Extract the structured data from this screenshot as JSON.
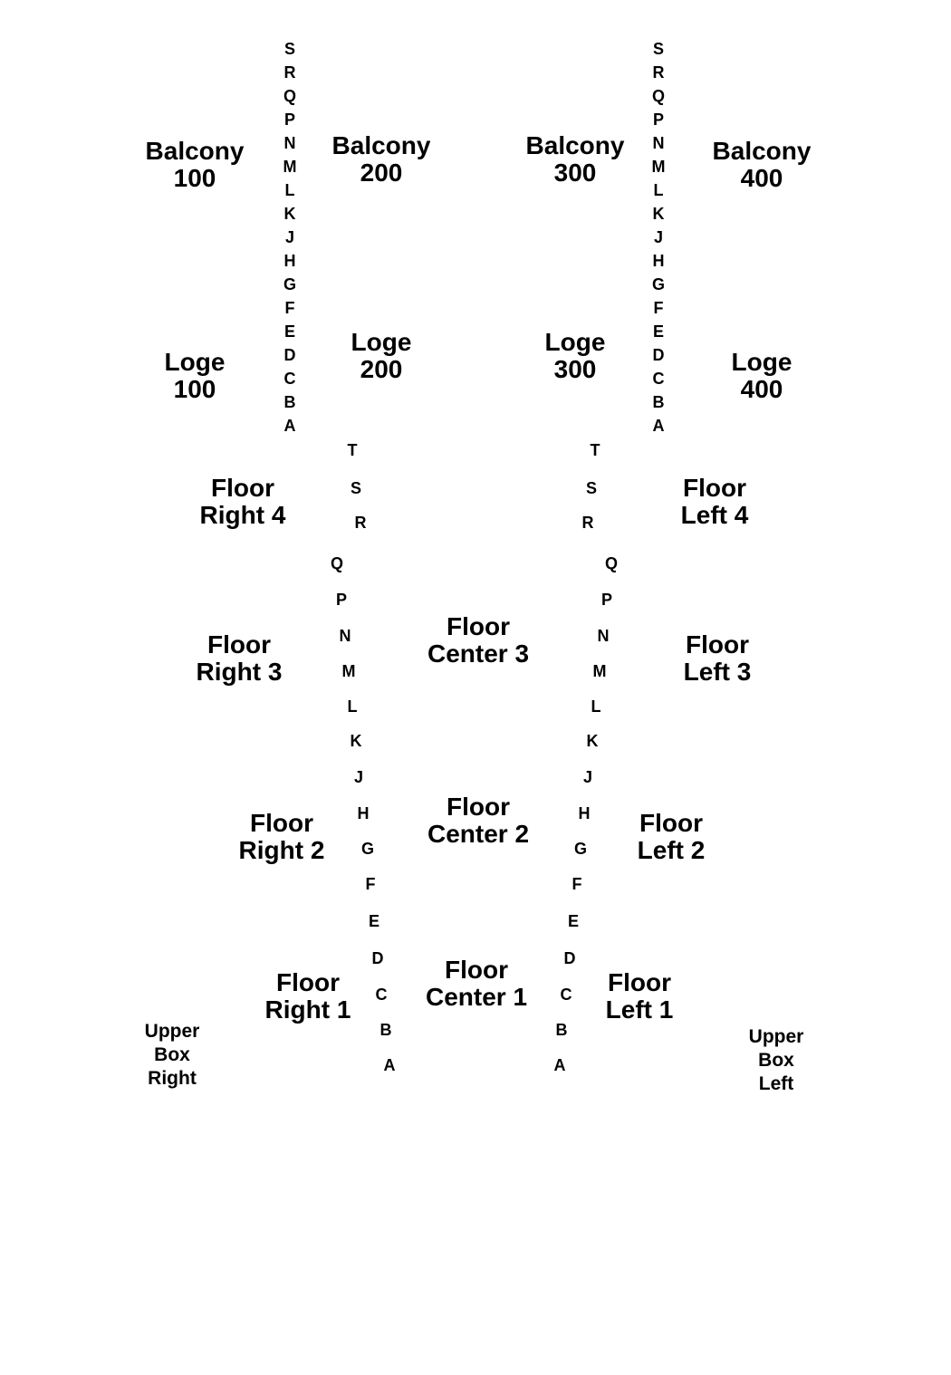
{
  "sections": [
    {
      "id": "balcony-100",
      "lines": [
        "Balcony",
        "100"
      ]
    },
    {
      "id": "balcony-200",
      "lines": [
        "Balcony",
        "200"
      ]
    },
    {
      "id": "balcony-300",
      "lines": [
        "Balcony",
        "300"
      ]
    },
    {
      "id": "balcony-400",
      "lines": [
        "Balcony",
        "400"
      ]
    },
    {
      "id": "loge-100",
      "lines": [
        "Loge",
        "100"
      ]
    },
    {
      "id": "loge-200",
      "lines": [
        "Loge",
        "200"
      ]
    },
    {
      "id": "loge-300",
      "lines": [
        "Loge",
        "300"
      ]
    },
    {
      "id": "loge-400",
      "lines": [
        "Loge",
        "400"
      ]
    },
    {
      "id": "floor-right-4",
      "lines": [
        "Floor",
        "Right 4"
      ]
    },
    {
      "id": "floor-left-4",
      "lines": [
        "Floor",
        "Left 4"
      ]
    },
    {
      "id": "floor-right-3",
      "lines": [
        "Floor",
        "Right 3"
      ]
    },
    {
      "id": "floor-center-3",
      "lines": [
        "Floor",
        "Center 3"
      ]
    },
    {
      "id": "floor-left-3",
      "lines": [
        "Floor",
        "Left 3"
      ]
    },
    {
      "id": "floor-right-2",
      "lines": [
        "Floor",
        "Right 2"
      ]
    },
    {
      "id": "floor-center-2",
      "lines": [
        "Floor",
        "Center 2"
      ]
    },
    {
      "id": "floor-left-2",
      "lines": [
        "Floor",
        "Left 2"
      ]
    },
    {
      "id": "floor-right-1",
      "lines": [
        "Floor",
        "Right 1"
      ]
    },
    {
      "id": "floor-center-1",
      "lines": [
        "Floor",
        "Center 1"
      ]
    },
    {
      "id": "floor-left-1",
      "lines": [
        "Floor",
        "Left 1"
      ]
    },
    {
      "id": "upper-box-right",
      "lines": [
        "Upper",
        "Box",
        "Right"
      ]
    },
    {
      "id": "upper-box-left",
      "lines": [
        "Upper",
        "Box",
        "Left"
      ]
    }
  ],
  "row_columns": [
    {
      "id": "upper-left-aisle",
      "rows": [
        "S",
        "R",
        "Q",
        "P",
        "N",
        "M",
        "L",
        "K",
        "J",
        "H",
        "G",
        "F",
        "E",
        "D",
        "C",
        "B",
        "A"
      ]
    },
    {
      "id": "upper-right-aisle",
      "rows": [
        "S",
        "R",
        "Q",
        "P",
        "N",
        "M",
        "L",
        "K",
        "J",
        "H",
        "G",
        "F",
        "E",
        "D",
        "C",
        "B",
        "A"
      ]
    },
    {
      "id": "floor-left-aisle",
      "rows": [
        "T",
        "S",
        "R",
        "Q",
        "P",
        "N",
        "M",
        "L",
        "K",
        "J",
        "H",
        "G",
        "F",
        "E",
        "D",
        "C",
        "B",
        "A"
      ]
    },
    {
      "id": "floor-right-aisle",
      "rows": [
        "T",
        "S",
        "R",
        "Q",
        "P",
        "N",
        "M",
        "L",
        "K",
        "J",
        "H",
        "G",
        "F",
        "E",
        "D",
        "C",
        "B",
        "A"
      ]
    }
  ]
}
